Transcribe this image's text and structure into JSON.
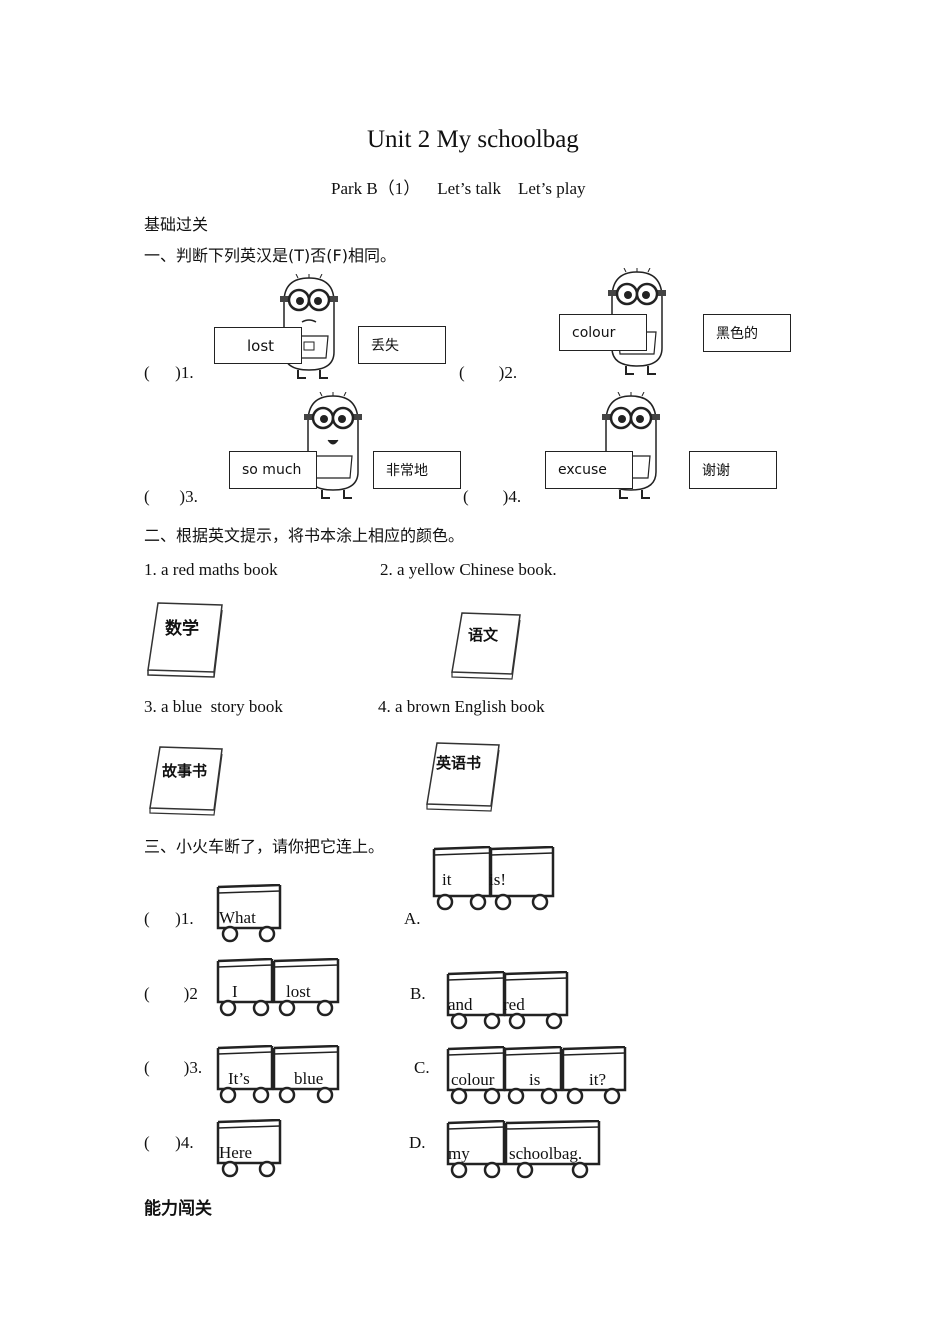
{
  "header": {
    "title": "Unit 2 My schoolbag",
    "subtitle": "Park B（1）    Let’s talk    Let’s play"
  },
  "section_basic": "基础过关",
  "part1": {
    "heading": "一、判断下列英汉是(T)否(F)相同。",
    "items": [
      {
        "num": "(      )1.",
        "en": "lost",
        "cn": "丢失"
      },
      {
        "num": "(        )2.",
        "en": "colour",
        "cn": "黑色的"
      },
      {
        "num": "(       )3.",
        "en": "so much",
        "cn": "非常地"
      },
      {
        "num": "(        )4.",
        "en": "excuse",
        "cn": "谢谢"
      }
    ]
  },
  "part2": {
    "heading": "二、根据英文提示，将书本涂上相应的颜色。",
    "items": [
      {
        "text": "1. a red maths book",
        "label": "数学"
      },
      {
        "text": "2. a yellow Chinese book.",
        "label": "语文"
      },
      {
        "text": "3. a blue  story book",
        "label": "故事书"
      },
      {
        "text": "4. a brown English book",
        "label": "英语书"
      }
    ]
  },
  "part3": {
    "heading": "三、小火车断了，请你把它连上。",
    "left": [
      {
        "num": "(      )1.",
        "words": [
          "What"
        ]
      },
      {
        "num": "(        )2",
        "words": [
          "I",
          "lost"
        ]
      },
      {
        "num": "(        )3.",
        "words": [
          "It’s",
          "blue"
        ]
      },
      {
        "num": "(      )4.",
        "words": [
          "Here"
        ]
      }
    ],
    "right": [
      {
        "letter": "A.",
        "words": [
          "it",
          "is!"
        ]
      },
      {
        "letter": "B.",
        "words": [
          "and",
          "red"
        ]
      },
      {
        "letter": "C.",
        "words": [
          "colour",
          "is",
          "it?"
        ]
      },
      {
        "letter": "D.",
        "words": [
          "my",
          "schoolbag."
        ]
      }
    ]
  },
  "section_ability": "能力闯关"
}
